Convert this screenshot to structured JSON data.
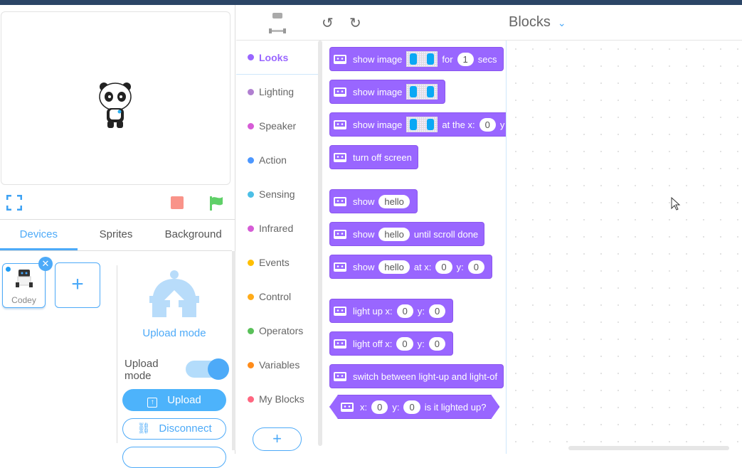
{
  "header": {
    "title": "Blocks"
  },
  "stage": {
    "stop_color": "#f99389",
    "go_color": "#5fd068"
  },
  "tabs": [
    "Devices",
    "Sprites",
    "Background"
  ],
  "device": {
    "name": "Codey"
  },
  "upload": {
    "title": "Upload mode",
    "toggle_label": "Upload mode",
    "toggle_on": true,
    "upload_label": "Upload",
    "disconnect_label": "Disconnect"
  },
  "categories": [
    {
      "label": "Looks",
      "color": "#9966ff"
    },
    {
      "label": "Lighting",
      "color": "#b07fd0"
    },
    {
      "label": "Speaker",
      "color": "#d65cd6"
    },
    {
      "label": "Action",
      "color": "#4c97ff"
    },
    {
      "label": "Sensing",
      "color": "#4cbfe6"
    },
    {
      "label": "Infrared",
      "color": "#d65cd6"
    },
    {
      "label": "Events",
      "color": "#ffbf00"
    },
    {
      "label": "Control",
      "color": "#ffab19"
    },
    {
      "label": "Operators",
      "color": "#59c059"
    },
    {
      "label": "Variables",
      "color": "#ff8c1a"
    },
    {
      "label": "My Blocks",
      "color": "#ff6680"
    }
  ],
  "blocks": [
    {
      "parts": [
        {
          "t": "show image"
        },
        {
          "img": 1
        },
        {
          "t": "for"
        },
        {
          "in": "1"
        },
        {
          "t": "secs"
        }
      ]
    },
    {
      "parts": [
        {
          "t": "show image"
        },
        {
          "img": 1
        }
      ]
    },
    {
      "parts": [
        {
          "t": "show image"
        },
        {
          "img": 1
        },
        {
          "t": "at the x:"
        },
        {
          "in": "0"
        },
        {
          "t": "y"
        }
      ]
    },
    {
      "parts": [
        {
          "t": "turn off screen"
        }
      ]
    },
    {
      "parts": [
        {
          "t": "show"
        },
        {
          "in": "hello"
        }
      ]
    },
    {
      "parts": [
        {
          "t": "show"
        },
        {
          "in": "hello"
        },
        {
          "t": "until scroll done"
        }
      ]
    },
    {
      "parts": [
        {
          "t": "show"
        },
        {
          "in": "hello"
        },
        {
          "t": "at x:"
        },
        {
          "in": "0"
        },
        {
          "t": "y:"
        },
        {
          "in": "0"
        }
      ]
    },
    {
      "parts": [
        {
          "t": "light up x:"
        },
        {
          "in": "0"
        },
        {
          "t": "y:"
        },
        {
          "in": "0"
        }
      ]
    },
    {
      "parts": [
        {
          "t": "light off x:"
        },
        {
          "in": "0"
        },
        {
          "t": "y:"
        },
        {
          "in": "0"
        }
      ]
    },
    {
      "parts": [
        {
          "t": "switch between light-up and light-of"
        }
      ]
    },
    {
      "reporter": true,
      "parts": [
        {
          "t": "x:"
        },
        {
          "in": "0"
        },
        {
          "t": "y:"
        },
        {
          "in": "0"
        },
        {
          "t": "is it lighted up?"
        }
      ]
    }
  ]
}
